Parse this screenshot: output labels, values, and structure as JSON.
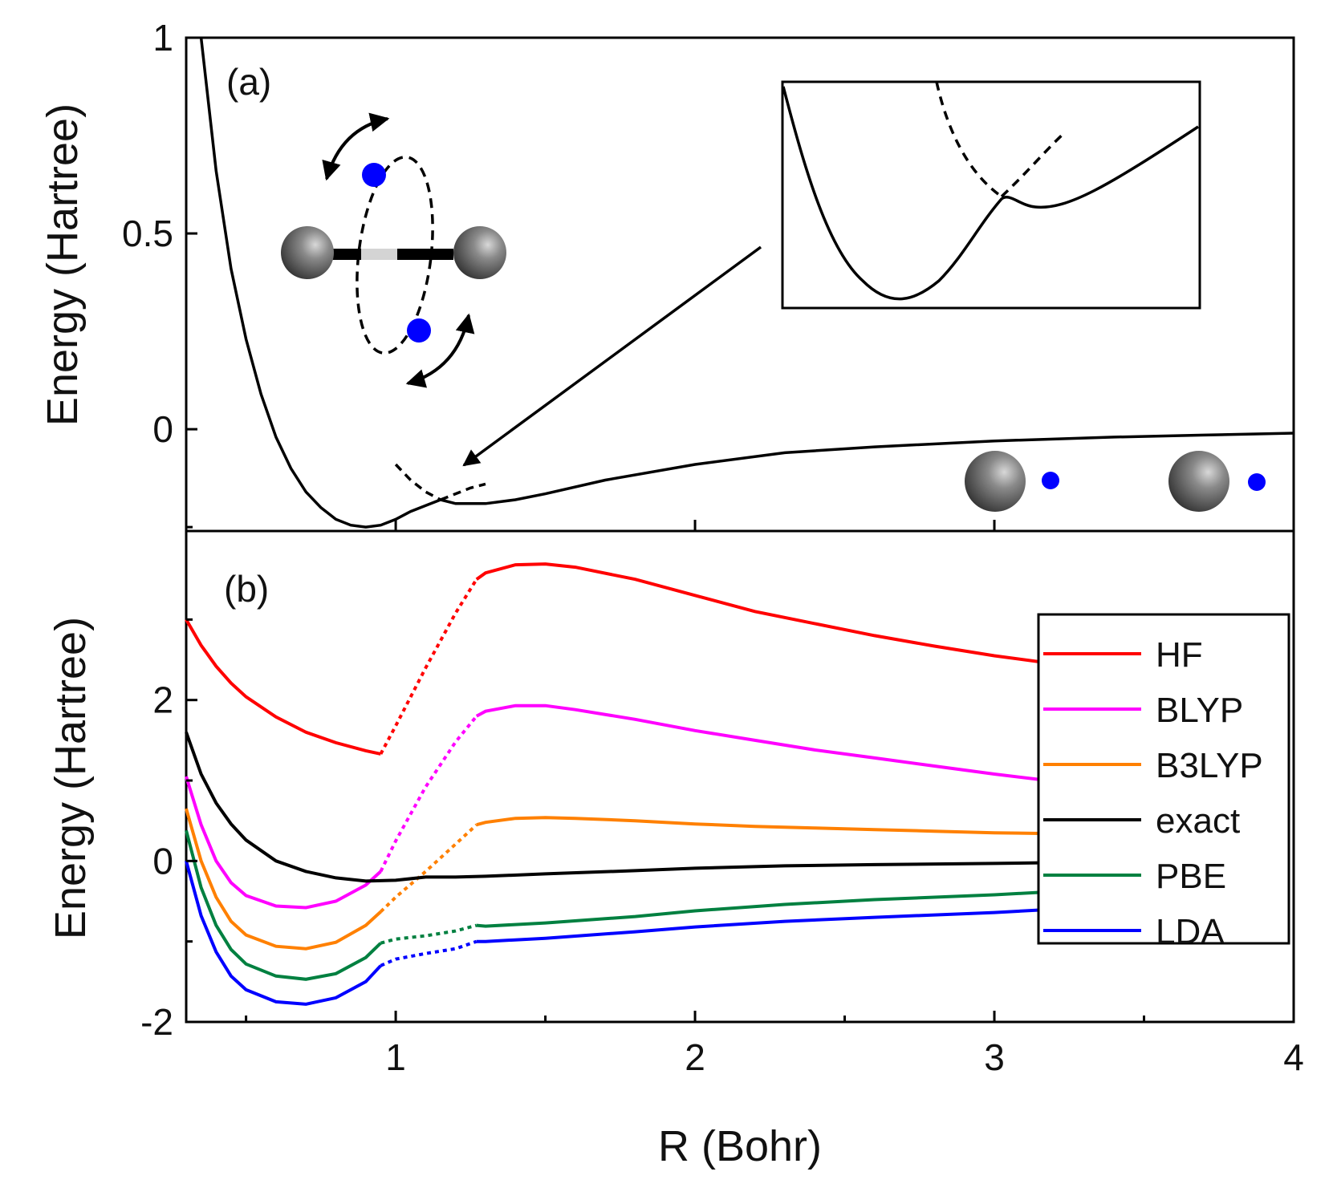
{
  "chart_data": [
    {
      "panel": "(a)",
      "type": "line",
      "ylabel": "Energy (Hartree)",
      "xlim": [
        0.3,
        4
      ],
      "ylim": [
        -0.26,
        1
      ],
      "yticks": [
        0,
        0.5,
        1
      ],
      "ytick_labels": [
        "0",
        "0.5",
        "1"
      ],
      "series": [
        {
          "style": "solid",
          "color": "#000000",
          "x": [
            0.35,
            0.4,
            0.45,
            0.5,
            0.55,
            0.6,
            0.65,
            0.7,
            0.75,
            0.8,
            0.85,
            0.9,
            0.95,
            1.0,
            1.05,
            1.1,
            1.15,
            1.2,
            1.3,
            1.4,
            1.5,
            1.7,
            2.0,
            2.3,
            2.6,
            3.0,
            3.4,
            3.7,
            4.0
          ],
          "y": [
            1.0,
            0.66,
            0.41,
            0.23,
            0.09,
            -0.02,
            -0.1,
            -0.16,
            -0.2,
            -0.23,
            -0.245,
            -0.25,
            -0.245,
            -0.23,
            -0.21,
            -0.195,
            -0.18,
            -0.19,
            -0.19,
            -0.18,
            -0.165,
            -0.13,
            -0.09,
            -0.06,
            -0.045,
            -0.03,
            -0.02,
            -0.015,
            -0.01
          ]
        },
        {
          "style": "dashed",
          "color": "#000000",
          "x": [
            1.0,
            1.05,
            1.1,
            1.15
          ],
          "y": [
            -0.09,
            -0.13,
            -0.16,
            -0.18
          ]
        },
        {
          "style": "dashed",
          "color": "#000000",
          "x": [
            1.15,
            1.2,
            1.25,
            1.3
          ],
          "y": [
            -0.18,
            -0.165,
            -0.15,
            -0.14
          ]
        }
      ]
    },
    {
      "panel": "(b)",
      "type": "line",
      "xlabel": "R (Bohr)",
      "ylabel": "Energy (Hartree)",
      "xlim": [
        0.3,
        4
      ],
      "ylim": [
        -2,
        4.1
      ],
      "xticks": [
        1,
        2,
        3,
        4
      ],
      "xtick_labels": [
        "1",
        "2",
        "3",
        "4"
      ],
      "yticks": [
        -2,
        0,
        2
      ],
      "ytick_labels": [
        "-2",
        "0",
        "2"
      ],
      "legend_position": "right",
      "series": [
        {
          "name": "HF",
          "color": "#ff0000",
          "x": [
            0.3,
            0.35,
            0.4,
            0.45,
            0.5,
            0.6,
            0.7,
            0.8,
            0.9,
            0.95,
            1.0,
            1.1,
            1.2,
            1.27,
            1.3,
            1.4,
            1.5,
            1.6,
            1.8,
            2.0,
            2.2,
            2.4,
            2.6,
            2.8,
            3.0,
            3.2
          ],
          "y": [
            3.0,
            2.68,
            2.42,
            2.21,
            2.04,
            1.79,
            1.6,
            1.47,
            1.37,
            1.33,
            1.68,
            2.4,
            3.08,
            3.5,
            3.58,
            3.68,
            3.69,
            3.65,
            3.5,
            3.3,
            3.1,
            2.95,
            2.8,
            2.67,
            2.55,
            2.45
          ]
        },
        {
          "name": "BLYP",
          "color": "#ff00ff",
          "x": [
            0.3,
            0.35,
            0.4,
            0.45,
            0.5,
            0.6,
            0.7,
            0.8,
            0.9,
            0.95,
            1.0,
            1.1,
            1.2,
            1.27,
            1.3,
            1.4,
            1.5,
            1.6,
            1.8,
            2.0,
            2.2,
            2.4,
            2.6,
            2.8,
            3.0,
            3.2
          ],
          "y": [
            1.05,
            0.45,
            0.0,
            -0.27,
            -0.43,
            -0.56,
            -0.58,
            -0.5,
            -0.3,
            -0.13,
            0.25,
            0.92,
            1.48,
            1.8,
            1.86,
            1.93,
            1.93,
            1.88,
            1.76,
            1.62,
            1.5,
            1.38,
            1.28,
            1.18,
            1.08,
            0.99
          ]
        },
        {
          "name": "B3LYP",
          "color": "#ff8000",
          "x": [
            0.3,
            0.35,
            0.4,
            0.45,
            0.5,
            0.6,
            0.7,
            0.8,
            0.9,
            0.95,
            1.0,
            1.1,
            1.2,
            1.27,
            1.3,
            1.4,
            1.5,
            1.6,
            1.8,
            2.0,
            2.2,
            2.4,
            2.6,
            2.8,
            3.0,
            3.2
          ],
          "y": [
            0.65,
            0.0,
            -0.45,
            -0.75,
            -0.92,
            -1.06,
            -1.09,
            -1.01,
            -0.8,
            -0.63,
            -0.45,
            -0.13,
            0.21,
            0.45,
            0.48,
            0.53,
            0.54,
            0.53,
            0.5,
            0.46,
            0.43,
            0.41,
            0.39,
            0.37,
            0.35,
            0.34
          ]
        },
        {
          "name": "exact",
          "color": "#000000",
          "x": [
            0.3,
            0.35,
            0.4,
            0.45,
            0.5,
            0.6,
            0.7,
            0.8,
            0.9,
            1.0,
            1.1,
            1.2,
            1.3,
            1.5,
            1.8,
            2.0,
            2.3,
            2.6,
            3.0,
            3.2
          ],
          "y": [
            1.6,
            1.08,
            0.72,
            0.46,
            0.26,
            0.0,
            -0.13,
            -0.21,
            -0.25,
            -0.24,
            -0.2,
            -0.2,
            -0.19,
            -0.16,
            -0.12,
            -0.09,
            -0.06,
            -0.045,
            -0.03,
            -0.02
          ]
        },
        {
          "name": "PBE",
          "color": "#008040",
          "x": [
            0.3,
            0.35,
            0.4,
            0.45,
            0.5,
            0.6,
            0.7,
            0.8,
            0.9,
            0.95,
            1.0,
            1.1,
            1.2,
            1.27,
            1.3,
            1.5,
            1.8,
            2.0,
            2.3,
            2.6,
            3.0,
            3.2
          ],
          "y": [
            0.38,
            -0.33,
            -0.8,
            -1.1,
            -1.28,
            -1.43,
            -1.47,
            -1.4,
            -1.2,
            -1.02,
            -0.97,
            -0.93,
            -0.87,
            -0.8,
            -0.81,
            -0.77,
            -0.69,
            -0.62,
            -0.54,
            -0.48,
            -0.42,
            -0.38
          ]
        },
        {
          "name": "LDA",
          "color": "#0000ff",
          "x": [
            0.3,
            0.35,
            0.4,
            0.45,
            0.5,
            0.6,
            0.7,
            0.8,
            0.9,
            0.95,
            1.0,
            1.1,
            1.2,
            1.27,
            1.3,
            1.5,
            1.8,
            2.0,
            2.3,
            2.6,
            3.0,
            3.2
          ],
          "y": [
            0.0,
            -0.68,
            -1.13,
            -1.43,
            -1.6,
            -1.75,
            -1.78,
            -1.7,
            -1.5,
            -1.3,
            -1.22,
            -1.15,
            -1.09,
            -1.0,
            -1.0,
            -0.96,
            -0.88,
            -0.82,
            -0.75,
            -0.7,
            -0.64,
            -0.6
          ]
        }
      ]
    }
  ]
}
